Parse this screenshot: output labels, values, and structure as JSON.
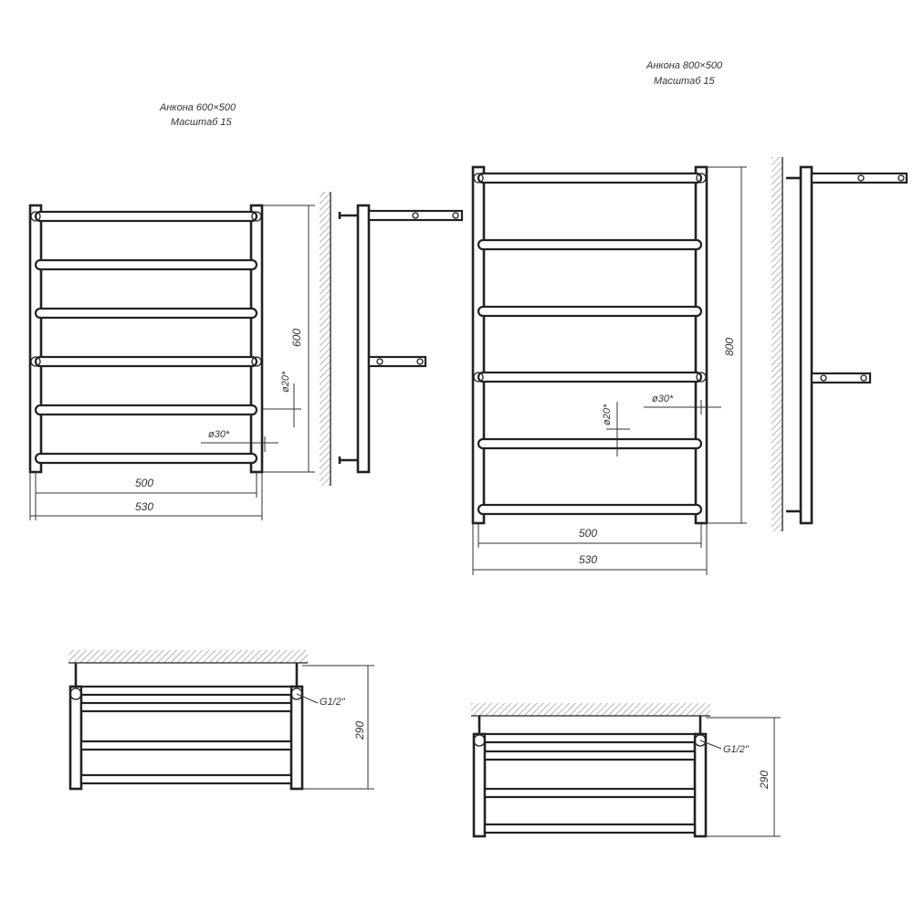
{
  "drawing_a": {
    "title": "Анкона 600×500",
    "scale": "Масштаб 15",
    "dim_height": "600",
    "dim_inner_width": "500",
    "dim_outer_width": "530",
    "dim_pipe_small": "ø20*",
    "dim_pipe_large": "ø30*",
    "top_thread": "G1/2\"",
    "top_depth": "290"
  },
  "drawing_b": {
    "title": "Анкона 800×500",
    "scale": "Масштаб 15",
    "dim_height": "800",
    "dim_inner_width": "500",
    "dim_outer_width": "530",
    "dim_pipe_small": "ø20*",
    "dim_pipe_large": "ø30*",
    "top_thread": "G1/2\"",
    "top_depth": "290"
  },
  "colors": {
    "line": "#222222",
    "background": "#ffffff"
  }
}
